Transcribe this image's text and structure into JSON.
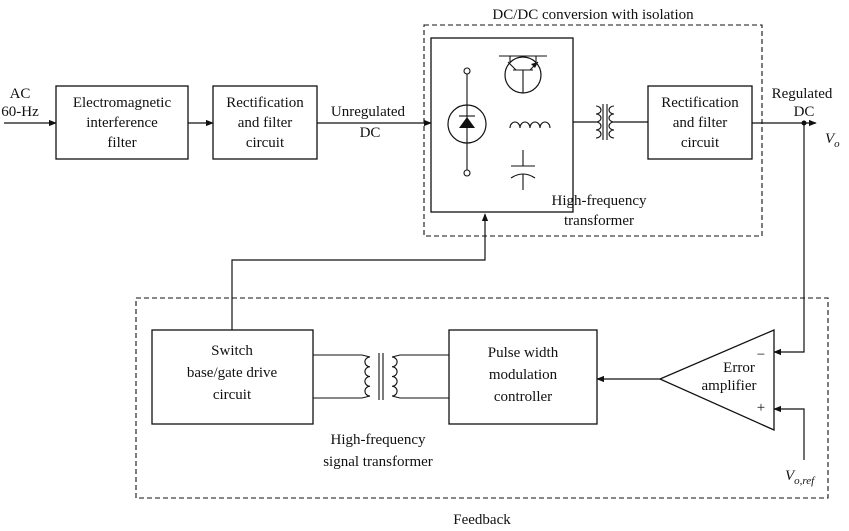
{
  "diagram": {
    "input_label": [
      "AC",
      "60-Hz"
    ],
    "emi_filter": [
      "Electromagnetic",
      "interference",
      "filter"
    ],
    "rectifier_1": [
      "Rectification",
      "and filter",
      "circuit"
    ],
    "unregulated": [
      "Unregulated",
      "DC"
    ],
    "isolation_group_title": "DC/DC conversion with isolation",
    "rectifier_2": [
      "Rectification",
      "and filter",
      "circuit"
    ],
    "regulated": [
      "Regulated",
      "DC"
    ],
    "output_voltage": "V",
    "output_voltage_sub": "o",
    "hf_transformer": [
      "High-frequency",
      "transformer"
    ],
    "gate_drive": [
      "Switch",
      "base/gate drive",
      "circuit"
    ],
    "signal_transformer": [
      "High-frequency",
      "signal transformer"
    ],
    "pwm_controller": [
      "Pulse width",
      "modulation",
      "controller"
    ],
    "error_amplifier": [
      "Error",
      "amplifier"
    ],
    "amp_minus": "−",
    "amp_plus": "+",
    "reference_voltage": "V",
    "reference_voltage_sub": "o,ref",
    "feedback_group_title": "Feedback"
  }
}
